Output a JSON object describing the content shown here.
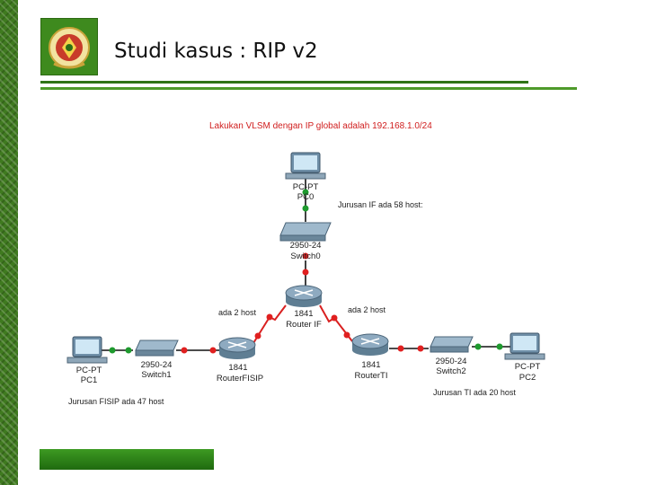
{
  "slide": {
    "title": "Studi kasus : RIP v2"
  },
  "diagram": {
    "instruction": "Lakukan VLSM dengan IP global adalah 192.168.1.0/24",
    "notes": {
      "if_hosts": "Jurusan IF ada 58 host:",
      "fisip_hosts": "Jurusan FISIP ada 47 host",
      "ti_hosts": "Jurusan TI ada 20 host",
      "link_left": "ada 2 host",
      "link_right": "ada 2 host"
    },
    "devices": {
      "pc0": {
        "model": "PC-PT",
        "name": "PC0"
      },
      "pc1": {
        "model": "PC-PT",
        "name": "PC1"
      },
      "pc2": {
        "model": "PC-PT",
        "name": "PC2"
      },
      "switch0": {
        "model": "2950-24",
        "name": "Switch0"
      },
      "switch1": {
        "model": "2950-24",
        "name": "Switch1"
      },
      "switch2": {
        "model": "2950-24",
        "name": "Switch2"
      },
      "router_if": {
        "model": "1841",
        "name": "Router IF"
      },
      "router_fisip": {
        "model": "1841",
        "name": "RouterFISIP"
      },
      "router_ti": {
        "model": "1841",
        "name": "RouterTI"
      }
    },
    "colors": {
      "link": "#111111",
      "serial": "#d92020",
      "port_up": "#1e9a2e",
      "port_down": "#e02020"
    }
  }
}
